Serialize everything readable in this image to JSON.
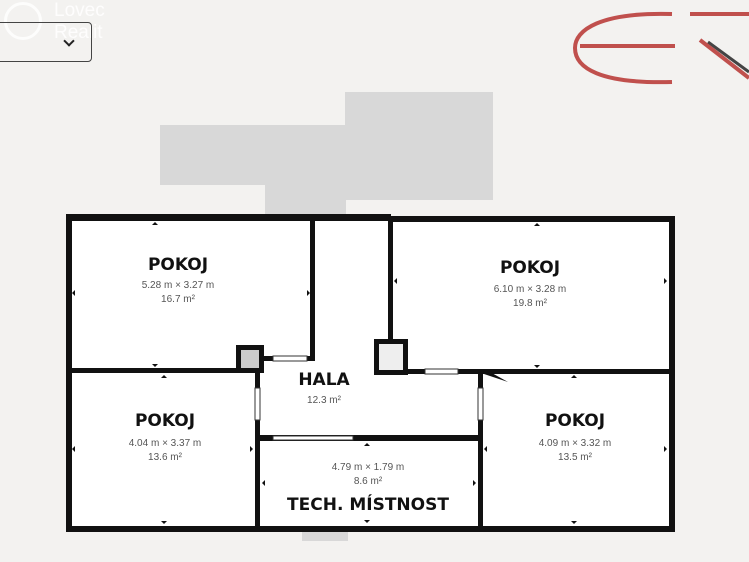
{
  "watermark": {
    "line1": "Lovec",
    "line2": "Realit"
  },
  "selector": {
    "value": "",
    "icon": "chevron-down-icon"
  },
  "logo": {
    "text": "ER",
    "color": "#c0504d"
  },
  "rooms": [
    {
      "name": "POKOJ",
      "dims": "5.28 m × 3.27 m",
      "area": "16.7 m²"
    },
    {
      "name": "POKOJ",
      "dims": "6.10 m × 3.28 m",
      "area": "19.8 m²"
    },
    {
      "name": "HALA",
      "dims": "",
      "area": "12.3 m²"
    },
    {
      "name": "POKOJ",
      "dims": "4.04 m × 3.37 m",
      "area": "13.6 m²"
    },
    {
      "name": "POKOJ",
      "dims": "4.09 m × 3.32 m",
      "area": "13.5 m²"
    },
    {
      "name": "TECH. MÍSTNOST",
      "dims": "4.79 m × 1.79 m",
      "area": "8.6 m²"
    }
  ]
}
